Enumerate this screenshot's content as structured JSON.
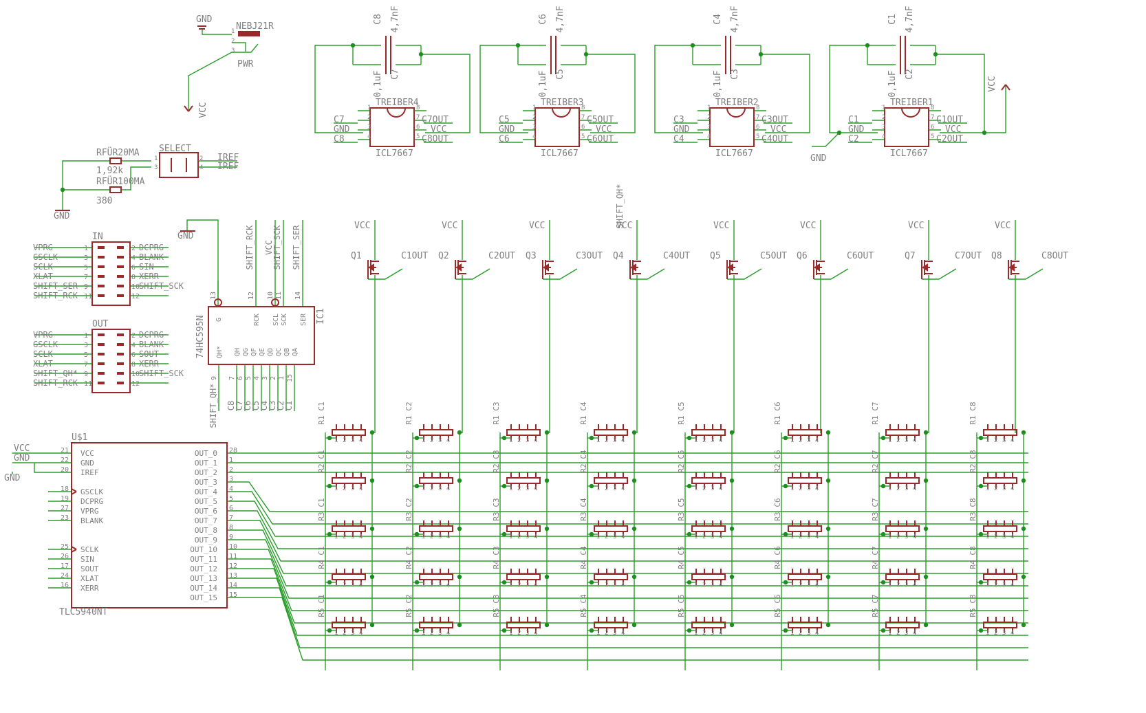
{
  "colors": {
    "wire": "#2a9d2a",
    "part": "#9a2a2a",
    "text": "#808080",
    "junction": "#1e8f1e"
  },
  "power": {
    "gnd": "GND",
    "vcc": "VCC",
    "jack_name": "NEBJ21R",
    "jack_value": "PWR",
    "jack_pins": [
      "1",
      "2",
      "3"
    ]
  },
  "iref": {
    "r1_name": "RFÜR20MA",
    "r1_value": "1,92k",
    "r2_name": "RFÜR100MA",
    "r2_value": "380",
    "select_name": "SELECT",
    "select_pins": [
      "1",
      "2",
      "3",
      "4"
    ],
    "iref_label": "IREF"
  },
  "caps": {
    "c_value": "4,7nF",
    "c_value2": "0,1uF"
  },
  "drivers": [
    {
      "name": "TREIBER4",
      "ca": "C8",
      "cb": "C7",
      "l1": "C7",
      "l2": "GND",
      "l3": "C8",
      "r1": "C7OUT",
      "r2": "VCC",
      "r3": "C8OUT"
    },
    {
      "name": "TREIBER3",
      "ca": "C6",
      "cb": "C5",
      "l1": "C5",
      "l2": "GND",
      "l3": "C6",
      "r1": "C5OUT",
      "r2": "VCC",
      "r3": "C6OUT"
    },
    {
      "name": "TREIBER2",
      "ca": "C4",
      "cb": "C3",
      "l1": "C3",
      "l2": "GND",
      "l3": "C4",
      "r1": "C3OUT",
      "r2": "VCC",
      "r3": "C4OUT"
    },
    {
      "name": "TREIBER1",
      "ca": "C1",
      "cb": "C2",
      "l1": "C1",
      "l2": "GND",
      "l3": "C2",
      "r1": "C1OUT",
      "r2": "VCC",
      "r3": "C2OUT"
    }
  ],
  "driver_value": "ICL7667",
  "driver_pins": [
    "1",
    "2",
    "3",
    "4",
    "8",
    "7",
    "6",
    "5"
  ],
  "connectors": [
    {
      "name": "IN",
      "left": [
        "VPRG",
        "GSCLK",
        "SCLK",
        "XLAT",
        "SHIFT_SER",
        "SHIFT_RCK"
      ],
      "right": [
        "DCPRG",
        "BLANK",
        "SIN",
        "XERR",
        "SHIFT_SCK",
        ""
      ]
    },
    {
      "name": "OUT",
      "left": [
        "VPRG",
        "GSCLK",
        "SCLK",
        "XLAT",
        "SHIFT_QH*",
        "SHIFT_RCK"
      ],
      "right": [
        "DCPRG",
        "BLANK",
        "SOUT",
        "XERR",
        "SHIFT_SCK",
        ""
      ]
    }
  ],
  "connector_pins_left": [
    "1",
    "3",
    "5",
    "7",
    "9",
    "11"
  ],
  "connector_pins_right": [
    "2",
    "4",
    "6",
    "8",
    "10",
    "12"
  ],
  "shiftreg": {
    "name": "IC1",
    "value": "74HC595N",
    "top_pins": [
      {
        "pin": "13",
        "label": "G"
      },
      {
        "pin": "12",
        "label": "RCK"
      },
      {
        "pin": "10",
        "label": "SCL"
      },
      {
        "pin": "11",
        "label": "SCK"
      },
      {
        "pin": "14",
        "label": "SER"
      }
    ],
    "bottom_pins": [
      {
        "pin": "9",
        "label": "QH*"
      },
      {
        "pin": "7",
        "label": "QH"
      },
      {
        "pin": "6",
        "label": "QG"
      },
      {
        "pin": "5",
        "label": "QF"
      },
      {
        "pin": "4",
        "label": "QE"
      },
      {
        "pin": "3",
        "label": "QD"
      },
      {
        "pin": "2",
        "label": "QC"
      },
      {
        "pin": "1",
        "label": "QB"
      },
      {
        "pin": "15",
        "label": "QA"
      }
    ],
    "top_nets": [
      "SHIFT_RCK",
      "VCC",
      "SHIFT_SCK",
      "SHIFT_SER"
    ],
    "bottom_nets": [
      "SHIFT_QH*",
      "C8",
      "C7",
      "C6",
      "C5",
      "C4",
      "C3",
      "C2",
      "C1"
    ],
    "upper_net": "SHIFT_QH*"
  },
  "tlc": {
    "name": "U$1",
    "value": "TLC5940NT",
    "left": [
      {
        "pin": "21",
        "label": "VCC",
        "net": "VCC"
      },
      {
        "pin": "22",
        "label": "GND",
        "net": "GND"
      },
      {
        "pin": "20",
        "label": "IREF",
        "net": ""
      },
      {
        "pin": "18",
        "label": "GSCLK",
        "net": ""
      },
      {
        "pin": "19",
        "label": "DCPRG",
        "net": ""
      },
      {
        "pin": "27",
        "label": "VPRG",
        "net": ""
      },
      {
        "pin": "23",
        "label": "BLANK",
        "net": ""
      },
      {
        "pin": "25",
        "label": "SCLK",
        "net": ""
      },
      {
        "pin": "26",
        "label": "SIN",
        "net": ""
      },
      {
        "pin": "17",
        "label": "SOUT",
        "net": ""
      },
      {
        "pin": "24",
        "label": "XLAT",
        "net": ""
      },
      {
        "pin": "16",
        "label": "XERR",
        "net": ""
      }
    ],
    "right": [
      {
        "pin": "28",
        "label": "OUT_0"
      },
      {
        "pin": "1",
        "label": "OUT_1"
      },
      {
        "pin": "2",
        "label": "OUT_2"
      },
      {
        "pin": "3",
        "label": "OUT_3"
      },
      {
        "pin": "4",
        "label": "OUT_4"
      },
      {
        "pin": "5",
        "label": "OUT_5"
      },
      {
        "pin": "6",
        "label": "OUT_6"
      },
      {
        "pin": "7",
        "label": "OUT_7"
      },
      {
        "pin": "8",
        "label": "OUT_8"
      },
      {
        "pin": "9",
        "label": "OUT_9"
      },
      {
        "pin": "10",
        "label": "OUT_10"
      },
      {
        "pin": "11",
        "label": "OUT_11"
      },
      {
        "pin": "12",
        "label": "OUT_12"
      },
      {
        "pin": "13",
        "label": "OUT_13"
      },
      {
        "pin": "14",
        "label": "OUT_14"
      },
      {
        "pin": "15",
        "label": "OUT_15"
      }
    ]
  },
  "mosfets": [
    {
      "name": "Q1",
      "net": "C1OUT"
    },
    {
      "name": "Q2",
      "net": "C2OUT"
    },
    {
      "name": "Q3",
      "net": "C3OUT"
    },
    {
      "name": "Q4",
      "net": "C4OUT"
    },
    {
      "name": "Q5",
      "net": "C5OUT"
    },
    {
      "name": "Q6",
      "net": "C6OUT"
    },
    {
      "name": "Q7",
      "net": "C7OUT"
    },
    {
      "name": "Q8",
      "net": "C8OUT"
    }
  ],
  "resistor_array": {
    "pins": [
      "1",
      "2",
      "3",
      "4"
    ],
    "col_labels": [
      "C1",
      "C2",
      "C3",
      "C4",
      "C5",
      "C6",
      "C7",
      "C8"
    ],
    "row_labels": [
      "R1",
      "R2",
      "R3",
      "R4",
      "R5"
    ]
  }
}
